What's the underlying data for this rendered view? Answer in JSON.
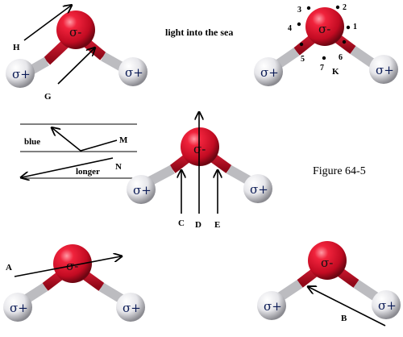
{
  "title": "light into the sea",
  "figure_label": "Figure 64-5",
  "charges": {
    "oxygen": "σ-",
    "hydrogen": "σ+"
  },
  "labels": {
    "A": "A",
    "B": "B",
    "C": "C",
    "D": "D",
    "E": "E",
    "G": "G",
    "H": "H",
    "K": "K",
    "M": "M",
    "N": "N"
  },
  "wave_words": {
    "blue": "blue",
    "longer": "longer"
  },
  "electron_positions": [
    "1",
    "2",
    "3",
    "4",
    "5",
    "6",
    "7"
  ],
  "colors": {
    "oxygen": "#d8102a",
    "hydrogen": "#e8e8ec",
    "bond_red": "#c8102a",
    "bond_grey": "#b9b9bd",
    "hydrogen_charge_text": "#0a1a55"
  }
}
